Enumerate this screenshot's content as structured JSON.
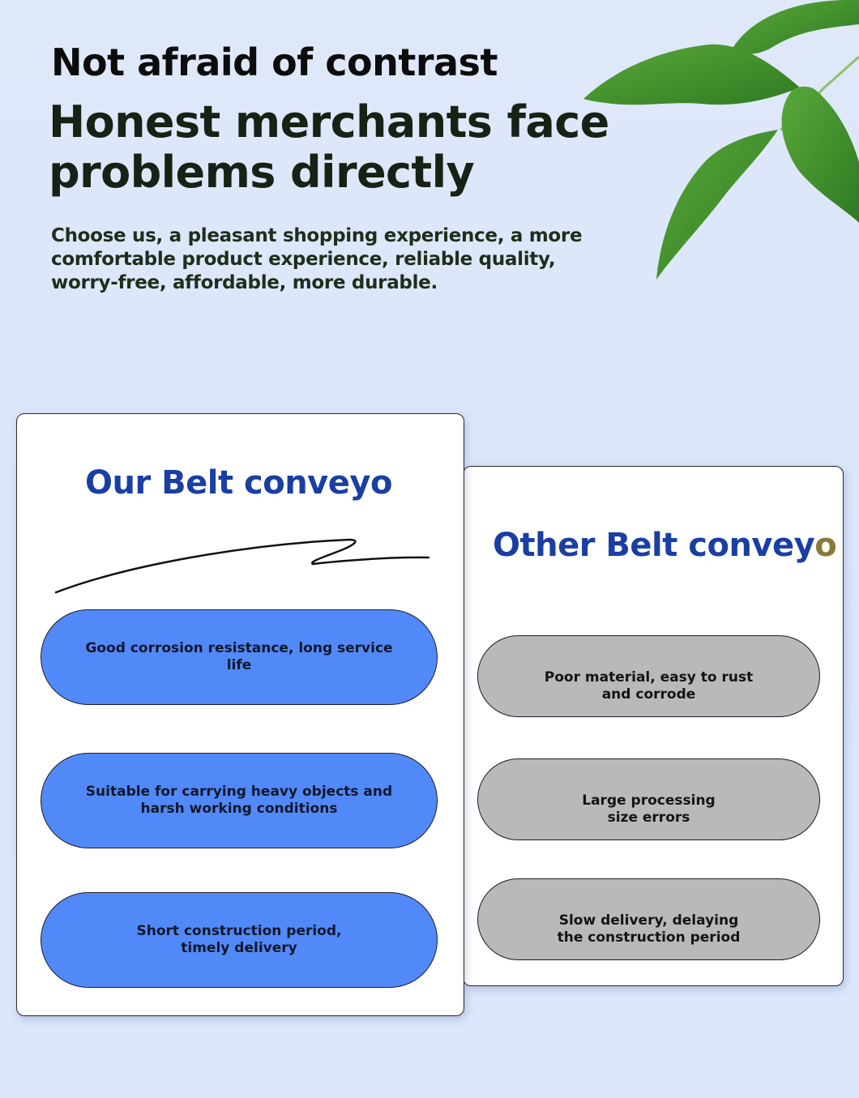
{
  "header": {
    "headline": "Not afraid of contrast",
    "subheadline": "Honest merchants face problems directly",
    "description": "Choose us, a pleasant shopping experience, a more comfortable product experience, reliable quality, worry-free, affordable, more durable."
  },
  "decoration": {
    "leaves_icon": "green-leaf-branch"
  },
  "comparison": {
    "ours": {
      "title": "Our Belt conveyo",
      "pill_color": "#5289f8",
      "features": [
        "Good corrosion resistance, long service life",
        "Suitable for carrying heavy objects and harsh working conditions",
        "Short construction period, timely delivery"
      ]
    },
    "other": {
      "title_main": "Other Belt convey",
      "title_last": "o",
      "pill_color": "#b9b9b9",
      "features": [
        "Poor material, easy to rust and corrode",
        "Large processing size errors",
        "Slow delivery, delaying the construction period"
      ]
    }
  },
  "colors": {
    "background": "#dbe6fb",
    "title_blue": "#1a3fa3",
    "headline_dark": "#172114"
  }
}
